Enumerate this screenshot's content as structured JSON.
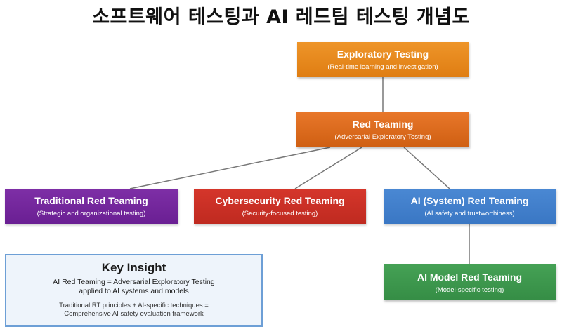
{
  "title": "소프트웨어 테스팅과 AI 레드팀 테스팅 개념도",
  "nodes": {
    "exploratory": {
      "name": "Exploratory Testing",
      "sub": "(Real-time learning and investigation)",
      "color": "#e8891e"
    },
    "red_teaming": {
      "name": "Red Teaming",
      "sub": "(Adversarial Exploratory Testing)",
      "color": "#d9671c"
    },
    "traditional": {
      "name": "Traditional Red Teaming",
      "sub": "(Strategic and organizational testing)",
      "color": "#74289d"
    },
    "cyber": {
      "name": "Cybersecurity Red Teaming",
      "sub": "(Security-focused testing)",
      "color": "#c93026"
    },
    "ai_system": {
      "name": "AI (System) Red Teaming",
      "sub": "(AI safety and trustworthiness)",
      "color": "#4280cb"
    },
    "ai_model": {
      "name": "AI Model Red Teaming",
      "sub": "(Model-specific testing)",
      "color": "#3d974d"
    }
  },
  "insight": {
    "heading": "Key Insight",
    "line1": "AI Red Teaming = Adversarial Exploratory Testing",
    "line2": "applied to AI systems and models",
    "line3": "Traditional RT principles + AI-specific techniques =",
    "line4": "Comprehensive AI safety evaluation framework"
  }
}
